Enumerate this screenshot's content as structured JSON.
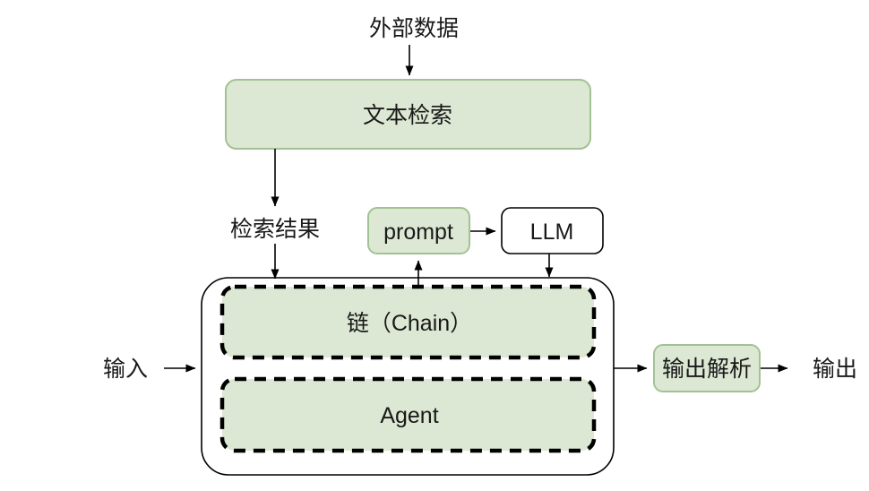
{
  "diagram": {
    "background": "#ffffff",
    "colors": {
      "node_fill": "#dce8d3",
      "node_border": "#a2c294",
      "outline": "#000000",
      "text": "#191919",
      "white": "#ffffff"
    },
    "nodes": {
      "external_data": {
        "label": "外部数据"
      },
      "text_retrieval": {
        "label": "文本检索"
      },
      "retrieval_result": {
        "label": "检索结果"
      },
      "prompt": {
        "label": "prompt"
      },
      "llm": {
        "label": "LLM"
      },
      "chain": {
        "label": "链（Chain）"
      },
      "agent": {
        "label": "Agent"
      },
      "input": {
        "label": "输入"
      },
      "output_parser": {
        "label": "输出解析"
      },
      "output": {
        "label": "输出"
      }
    },
    "edges": [
      {
        "from": "external_data",
        "to": "text_retrieval"
      },
      {
        "from": "text_retrieval",
        "to": "retrieval_result"
      },
      {
        "from": "retrieval_result",
        "to": "chain"
      },
      {
        "from": "chain",
        "to": "prompt"
      },
      {
        "from": "prompt",
        "to": "llm"
      },
      {
        "from": "llm",
        "to": "chain"
      },
      {
        "from": "input",
        "to": "chain-agent-container"
      },
      {
        "from": "chain-agent-container",
        "to": "output_parser"
      },
      {
        "from": "output_parser",
        "to": "output"
      }
    ]
  }
}
